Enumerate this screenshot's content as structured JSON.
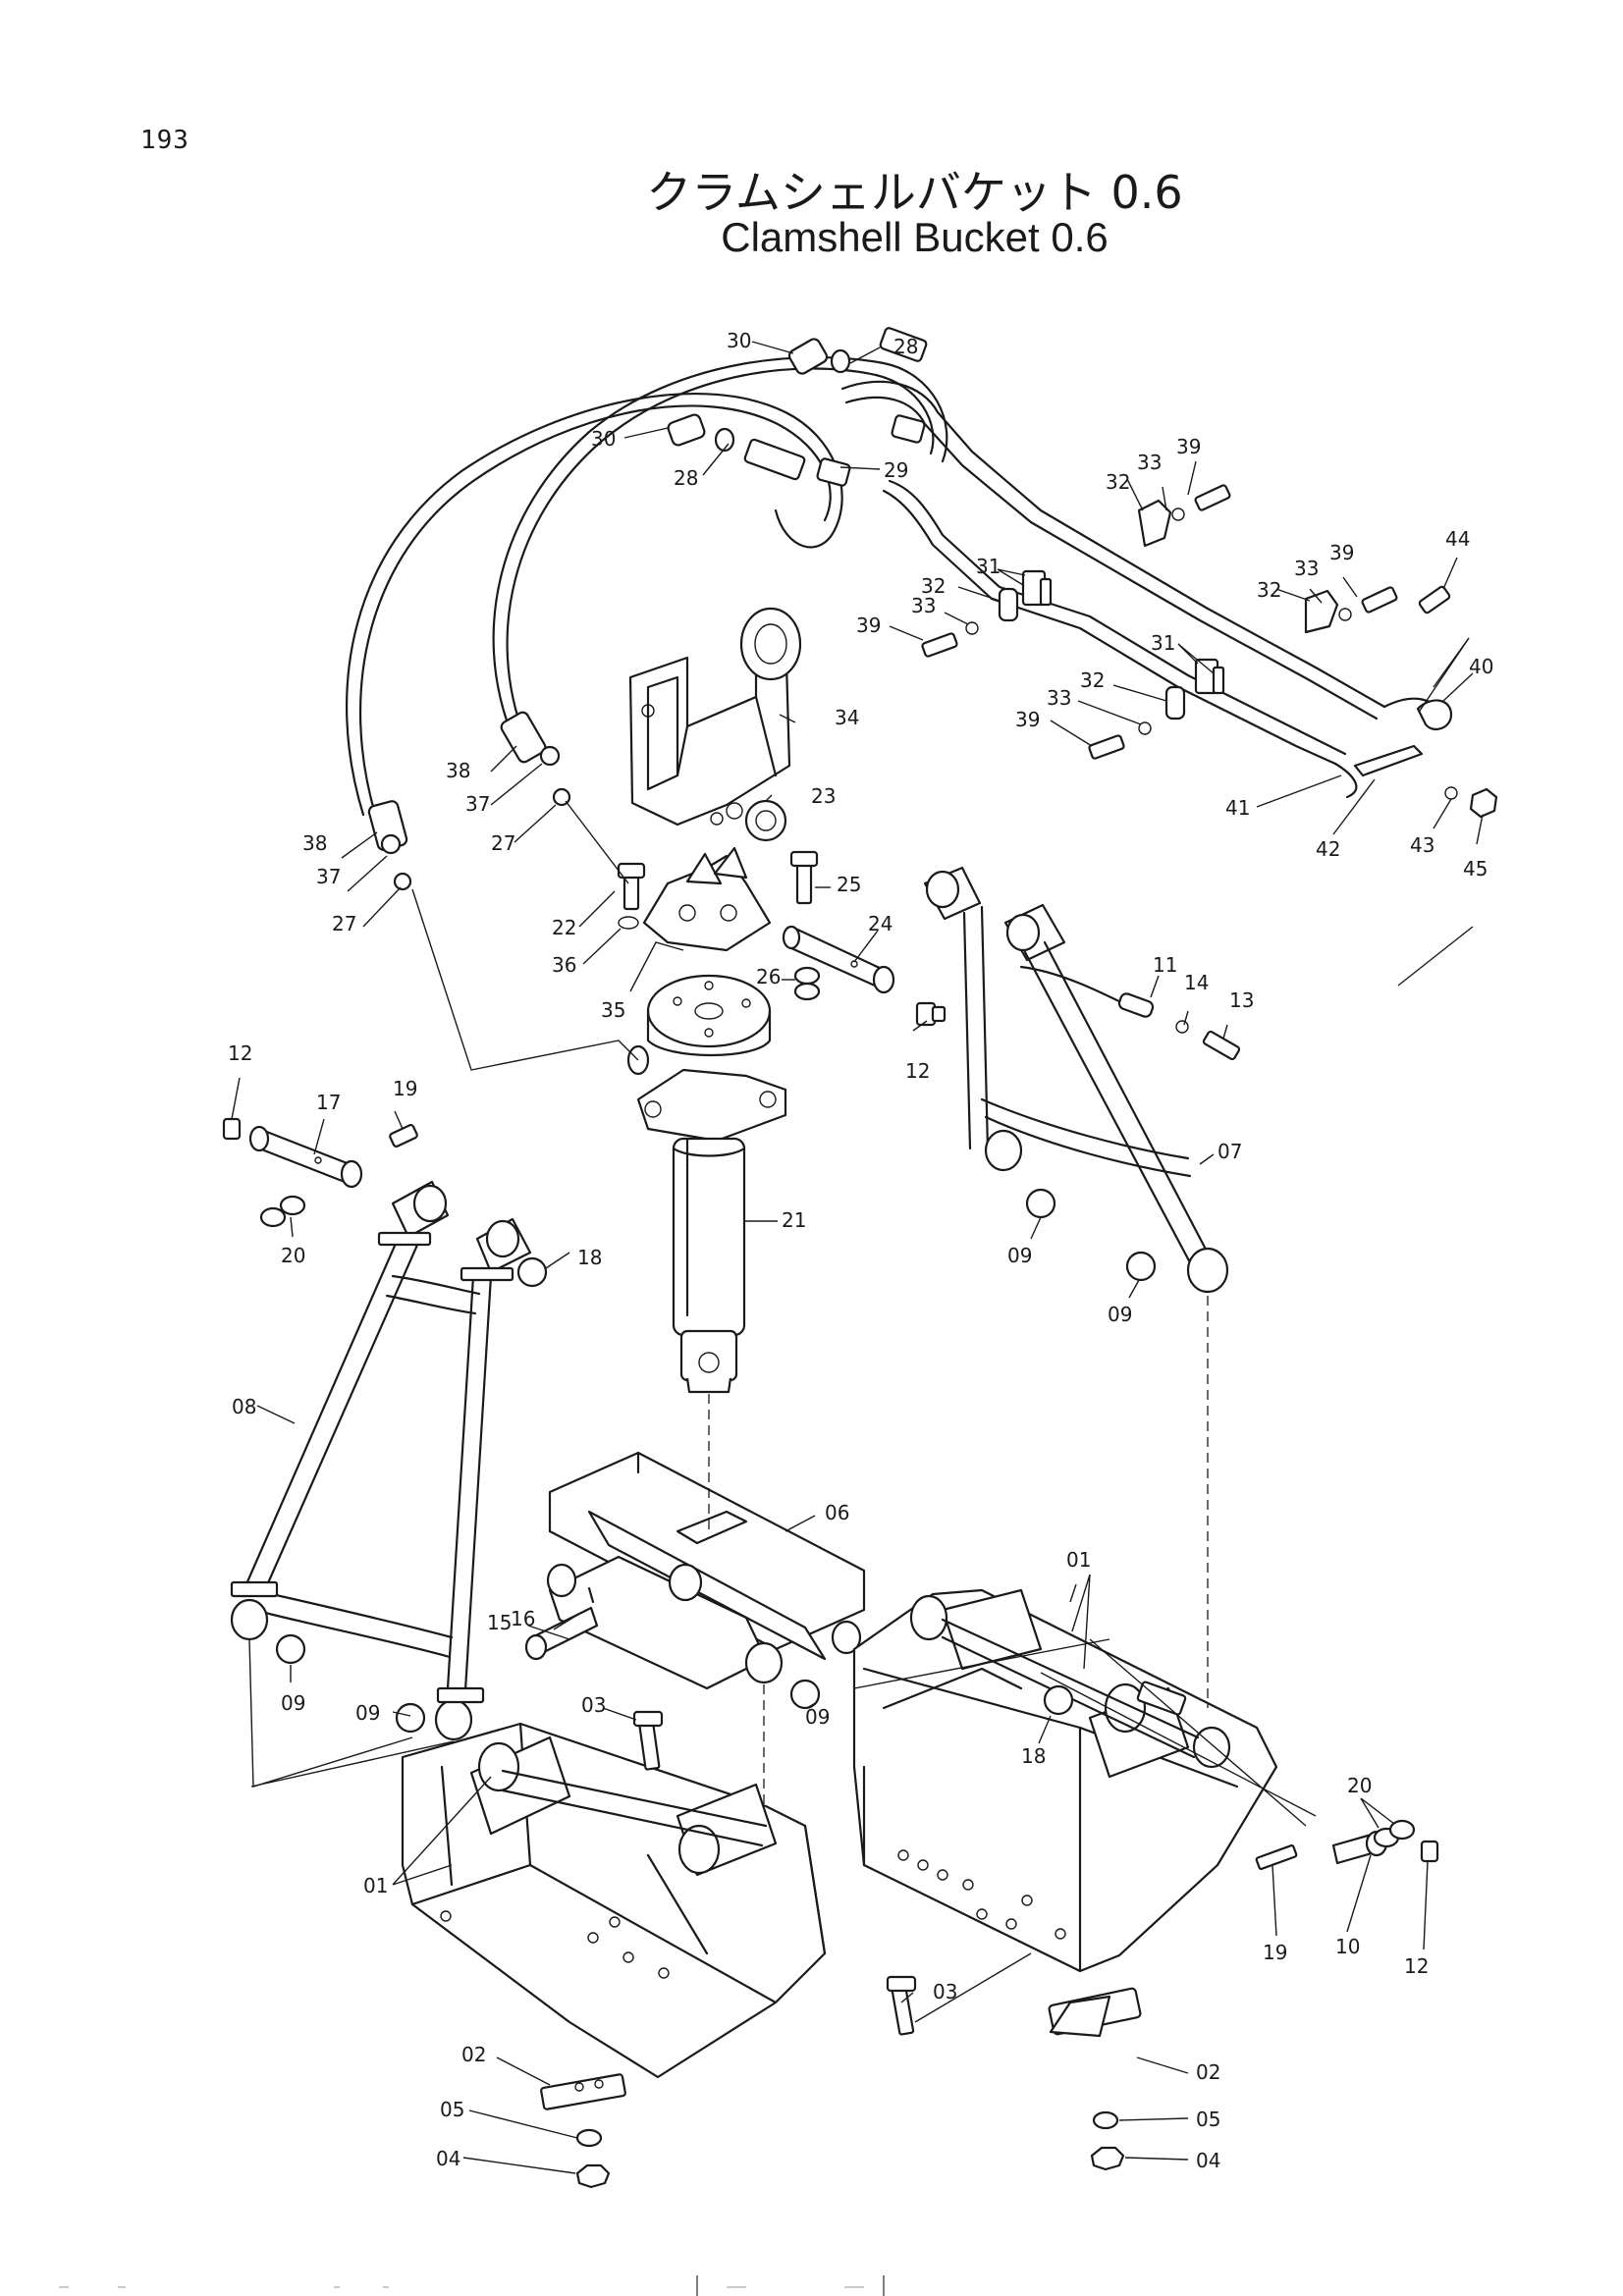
{
  "page": {
    "number": "193",
    "title_jp": "クラムシェルバケット 0.6",
    "title_en": "Clamshell Bucket 0.6"
  },
  "callouts": {
    "c30a": "30",
    "c28a": "28",
    "c30b": "30",
    "c29": "29",
    "c28b": "28",
    "c39a": "39",
    "c33a": "33",
    "c32a": "32",
    "c44": "44",
    "c39b": "39",
    "c33b": "33",
    "c32b": "32",
    "c31a": "31",
    "c32c": "32",
    "c33c": "33",
    "c39c": "39",
    "c31b": "31",
    "c32d": "32",
    "c33d": "33",
    "c39d": "39",
    "c40": "40",
    "c41": "41",
    "c42": "42",
    "c43": "43",
    "c45": "45",
    "c34": "34",
    "c38a": "38",
    "c37a": "37",
    "c27a": "27",
    "c23": "23",
    "c38b": "38",
    "c37b": "37",
    "c27b": "27",
    "c25": "25",
    "c22": "22",
    "c24": "24",
    "c36": "36",
    "c26": "26",
    "c35": "35",
    "c12a": "12",
    "c11": "11",
    "c14": "14",
    "c13": "13",
    "c12b": "12",
    "c17": "17",
    "c19a": "19",
    "c20a": "20",
    "c18a": "18",
    "c21": "21",
    "c07": "07",
    "c09a": "09",
    "c09b": "09",
    "c08": "08",
    "c06": "06",
    "c01a": "01",
    "c16": "16",
    "c15": "15",
    "c09c": "09",
    "c09d": "09",
    "c03a": "03",
    "c09e": "09",
    "c18b": "18",
    "c20b": "20",
    "c01b": "01",
    "c19b": "19",
    "c10": "10",
    "c12c": "12",
    "c03b": "03",
    "c02a": "02",
    "c05a": "05",
    "c04a": "04",
    "c02b": "02",
    "c05b": "05",
    "c04b": "04"
  }
}
